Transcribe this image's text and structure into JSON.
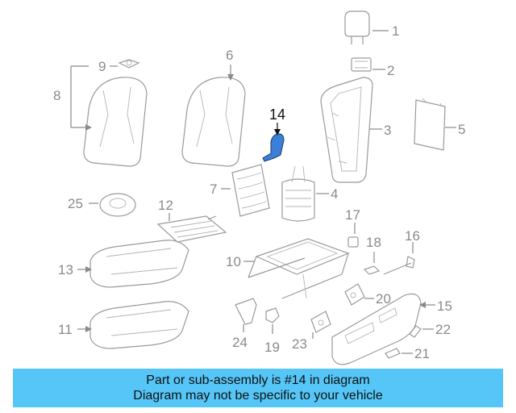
{
  "diagram": {
    "highlight_part": "14",
    "highlight_color": "#3b7fd6",
    "labels": {
      "p1": "1",
      "p2": "2",
      "p3": "3",
      "p4": "4",
      "p5": "5",
      "p6": "6",
      "p7": "7",
      "p8": "8",
      "p9": "9",
      "p10": "10",
      "p11": "11",
      "p12": "12",
      "p13": "13",
      "p14": "14",
      "p15": "15",
      "p16": "16",
      "p17": "17",
      "p18": "18",
      "p19": "19",
      "p20": "20",
      "p21": "21",
      "p22": "22",
      "p23": "23",
      "p24": "24",
      "p25": "25"
    }
  },
  "banner": {
    "line1": "Part or sub-assembly is #14 in diagram",
    "line2": "Diagram may not be specific to your vehicle",
    "color": "#55c6f7"
  }
}
